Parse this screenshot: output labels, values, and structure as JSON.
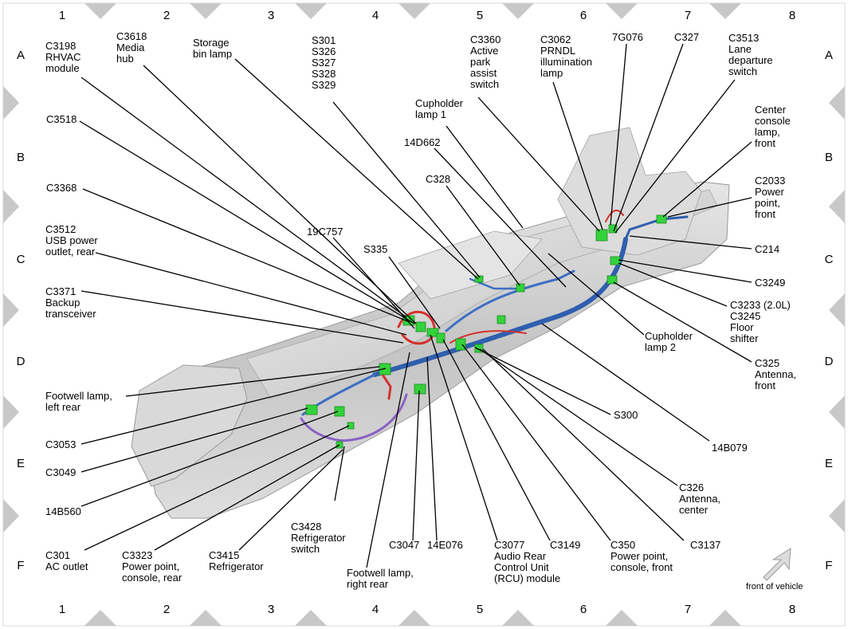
{
  "grid": {
    "columns": [
      "1",
      "2",
      "3",
      "4",
      "5",
      "6",
      "7",
      "8"
    ],
    "rows": [
      "A",
      "B",
      "C",
      "D",
      "E",
      "F"
    ]
  },
  "labels": [
    {
      "id": "c3198",
      "lines": [
        "C3198",
        "RHVAC",
        "module"
      ]
    },
    {
      "id": "c3618",
      "lines": [
        "C3618",
        "Media",
        "hub"
      ]
    },
    {
      "id": "storage",
      "lines": [
        "Storage",
        "bin lamp"
      ]
    },
    {
      "id": "s301",
      "lines": [
        "S301",
        "S326",
        "S327",
        "S328",
        "S329"
      ]
    },
    {
      "id": "c3360",
      "lines": [
        "C3360",
        "Active",
        "park",
        "assist",
        "switch"
      ]
    },
    {
      "id": "c3062",
      "lines": [
        "C3062",
        "PRNDL",
        "illumination",
        "lamp"
      ]
    },
    {
      "id": "7g076",
      "lines": [
        "7G076"
      ]
    },
    {
      "id": "c327",
      "lines": [
        "C327"
      ]
    },
    {
      "id": "c3513",
      "lines": [
        "C3513",
        "Lane",
        "departure",
        "switch"
      ]
    },
    {
      "id": "cuplamp1",
      "lines": [
        "Cupholder",
        "lamp 1"
      ]
    },
    {
      "id": "c3518",
      "lines": [
        "C3518"
      ]
    },
    {
      "id": "14d662",
      "lines": [
        "14D662"
      ]
    },
    {
      "id": "ccl",
      "lines": [
        "Center",
        "console",
        "lamp,",
        "front"
      ]
    },
    {
      "id": "c328",
      "lines": [
        "C328"
      ]
    },
    {
      "id": "c3368",
      "lines": [
        "C3368"
      ]
    },
    {
      "id": "c2033",
      "lines": [
        "C2033",
        "Power",
        "point,",
        "front"
      ]
    },
    {
      "id": "c3512",
      "lines": [
        "C3512",
        "USB power",
        "outlet, rear"
      ]
    },
    {
      "id": "19c757",
      "lines": [
        "19C757"
      ]
    },
    {
      "id": "s335",
      "lines": [
        "S335"
      ]
    },
    {
      "id": "c214",
      "lines": [
        "C214"
      ]
    },
    {
      "id": "c3249",
      "lines": [
        "C3249"
      ]
    },
    {
      "id": "c3371",
      "lines": [
        "C3371",
        "Backup",
        "transceiver"
      ]
    },
    {
      "id": "c3233",
      "lines": [
        "C3233 (2.0L)",
        "C3245",
        "Floor",
        "shifter"
      ]
    },
    {
      "id": "cuplamp2",
      "lines": [
        "Cupholder",
        "lamp 2"
      ]
    },
    {
      "id": "c325",
      "lines": [
        "C325",
        "Antenna,",
        "front"
      ]
    },
    {
      "id": "footleft",
      "lines": [
        "Footwell lamp,",
        "left rear"
      ]
    },
    {
      "id": "s300",
      "lines": [
        "S300"
      ]
    },
    {
      "id": "c3053",
      "lines": [
        "C3053"
      ]
    },
    {
      "id": "14b079",
      "lines": [
        "14B079"
      ]
    },
    {
      "id": "c3049",
      "lines": [
        "C3049"
      ]
    },
    {
      "id": "c326",
      "lines": [
        "C326",
        "Antenna,",
        "center"
      ]
    },
    {
      "id": "14b560",
      "lines": [
        "14B560"
      ]
    },
    {
      "id": "c3428",
      "lines": [
        "C3428",
        "Refrigerator",
        "switch"
      ]
    },
    {
      "id": "c3047",
      "lines": [
        "C3047"
      ]
    },
    {
      "id": "14e076",
      "lines": [
        "14E076"
      ]
    },
    {
      "id": "c3077",
      "lines": [
        "C3077",
        "Audio Rear",
        "Control Unit",
        "(RCU) module"
      ]
    },
    {
      "id": "c3149",
      "lines": [
        "C3149"
      ]
    },
    {
      "id": "c350",
      "lines": [
        "C350",
        "Power point,",
        "console, front"
      ]
    },
    {
      "id": "c3137",
      "lines": [
        "C3137"
      ]
    },
    {
      "id": "c301",
      "lines": [
        "C301",
        "AC outlet"
      ]
    },
    {
      "id": "c3323",
      "lines": [
        "C3323",
        "Power point,",
        "console, rear"
      ]
    },
    {
      "id": "c3415",
      "lines": [
        "C3415",
        "Refrigerator"
      ]
    },
    {
      "id": "footright",
      "lines": [
        "Footwell lamp,",
        "right rear"
      ]
    }
  ],
  "legend": {
    "front_of_vehicle": "front of vehicle",
    "arrow_icon": "arrow-up-right-icon"
  },
  "colors": {
    "wire_blue": "#2f5fae",
    "wire_red": "#d2322d",
    "wire_purple": "#8b62c4",
    "connector_green": "#33d23a",
    "body_gray": "#c9c9c9"
  }
}
